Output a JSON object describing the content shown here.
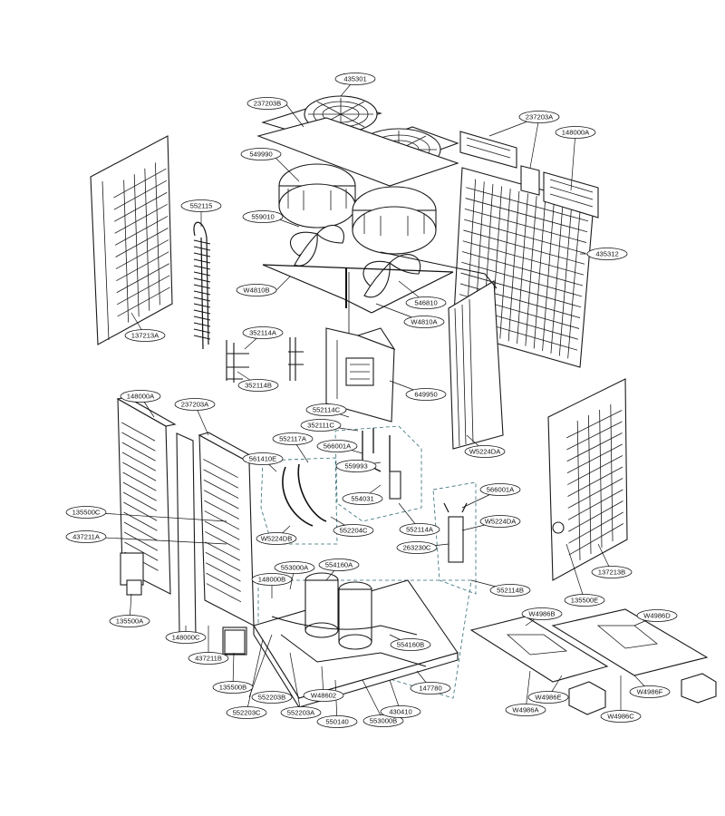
{
  "labels": [
    {
      "text": "435301"
    },
    {
      "text": "237203B"
    },
    {
      "text": "237203A"
    },
    {
      "text": "148000A"
    },
    {
      "text": "549990"
    },
    {
      "text": "552115"
    },
    {
      "text": "559010"
    },
    {
      "text": "435312"
    },
    {
      "text": "W4810B"
    },
    {
      "text": "546810"
    },
    {
      "text": "W4810A"
    },
    {
      "text": "137213A"
    },
    {
      "text": "352114A"
    },
    {
      "text": "352114B"
    },
    {
      "text": "649950"
    },
    {
      "text": "148000A"
    },
    {
      "text": "237203A"
    },
    {
      "text": "552114C"
    },
    {
      "text": "352111C"
    },
    {
      "text": "552117A"
    },
    {
      "text": "566001A"
    },
    {
      "text": "561410E"
    },
    {
      "text": "W5224DA"
    },
    {
      "text": "554031"
    },
    {
      "text": "559993"
    },
    {
      "text": "566001A"
    },
    {
      "text": "W5224DA"
    },
    {
      "text": "135500C"
    },
    {
      "text": "552204C"
    },
    {
      "text": "W5224DB"
    },
    {
      "text": "552114A"
    },
    {
      "text": "263230C"
    },
    {
      "text": "437211A"
    },
    {
      "text": "554160A"
    },
    {
      "text": "553000A"
    },
    {
      "text": "137213B"
    },
    {
      "text": "148000B"
    },
    {
      "text": "552114B"
    },
    {
      "text": "135500E"
    },
    {
      "text": "135500A"
    },
    {
      "text": "W4986B"
    },
    {
      "text": "W4986D"
    },
    {
      "text": "148000C"
    },
    {
      "text": "554160B"
    },
    {
      "text": "437211B"
    },
    {
      "text": "135500B"
    },
    {
      "text": "147780"
    },
    {
      "text": "552203B"
    },
    {
      "text": "W48602"
    },
    {
      "text": "W4986E"
    },
    {
      "text": "W4986F"
    },
    {
      "text": "552203C"
    },
    {
      "text": "552203A"
    },
    {
      "text": "550140"
    },
    {
      "text": "553000B"
    },
    {
      "text": "430410"
    },
    {
      "text": "W4986A"
    },
    {
      "text": "W4986C"
    }
  ]
}
